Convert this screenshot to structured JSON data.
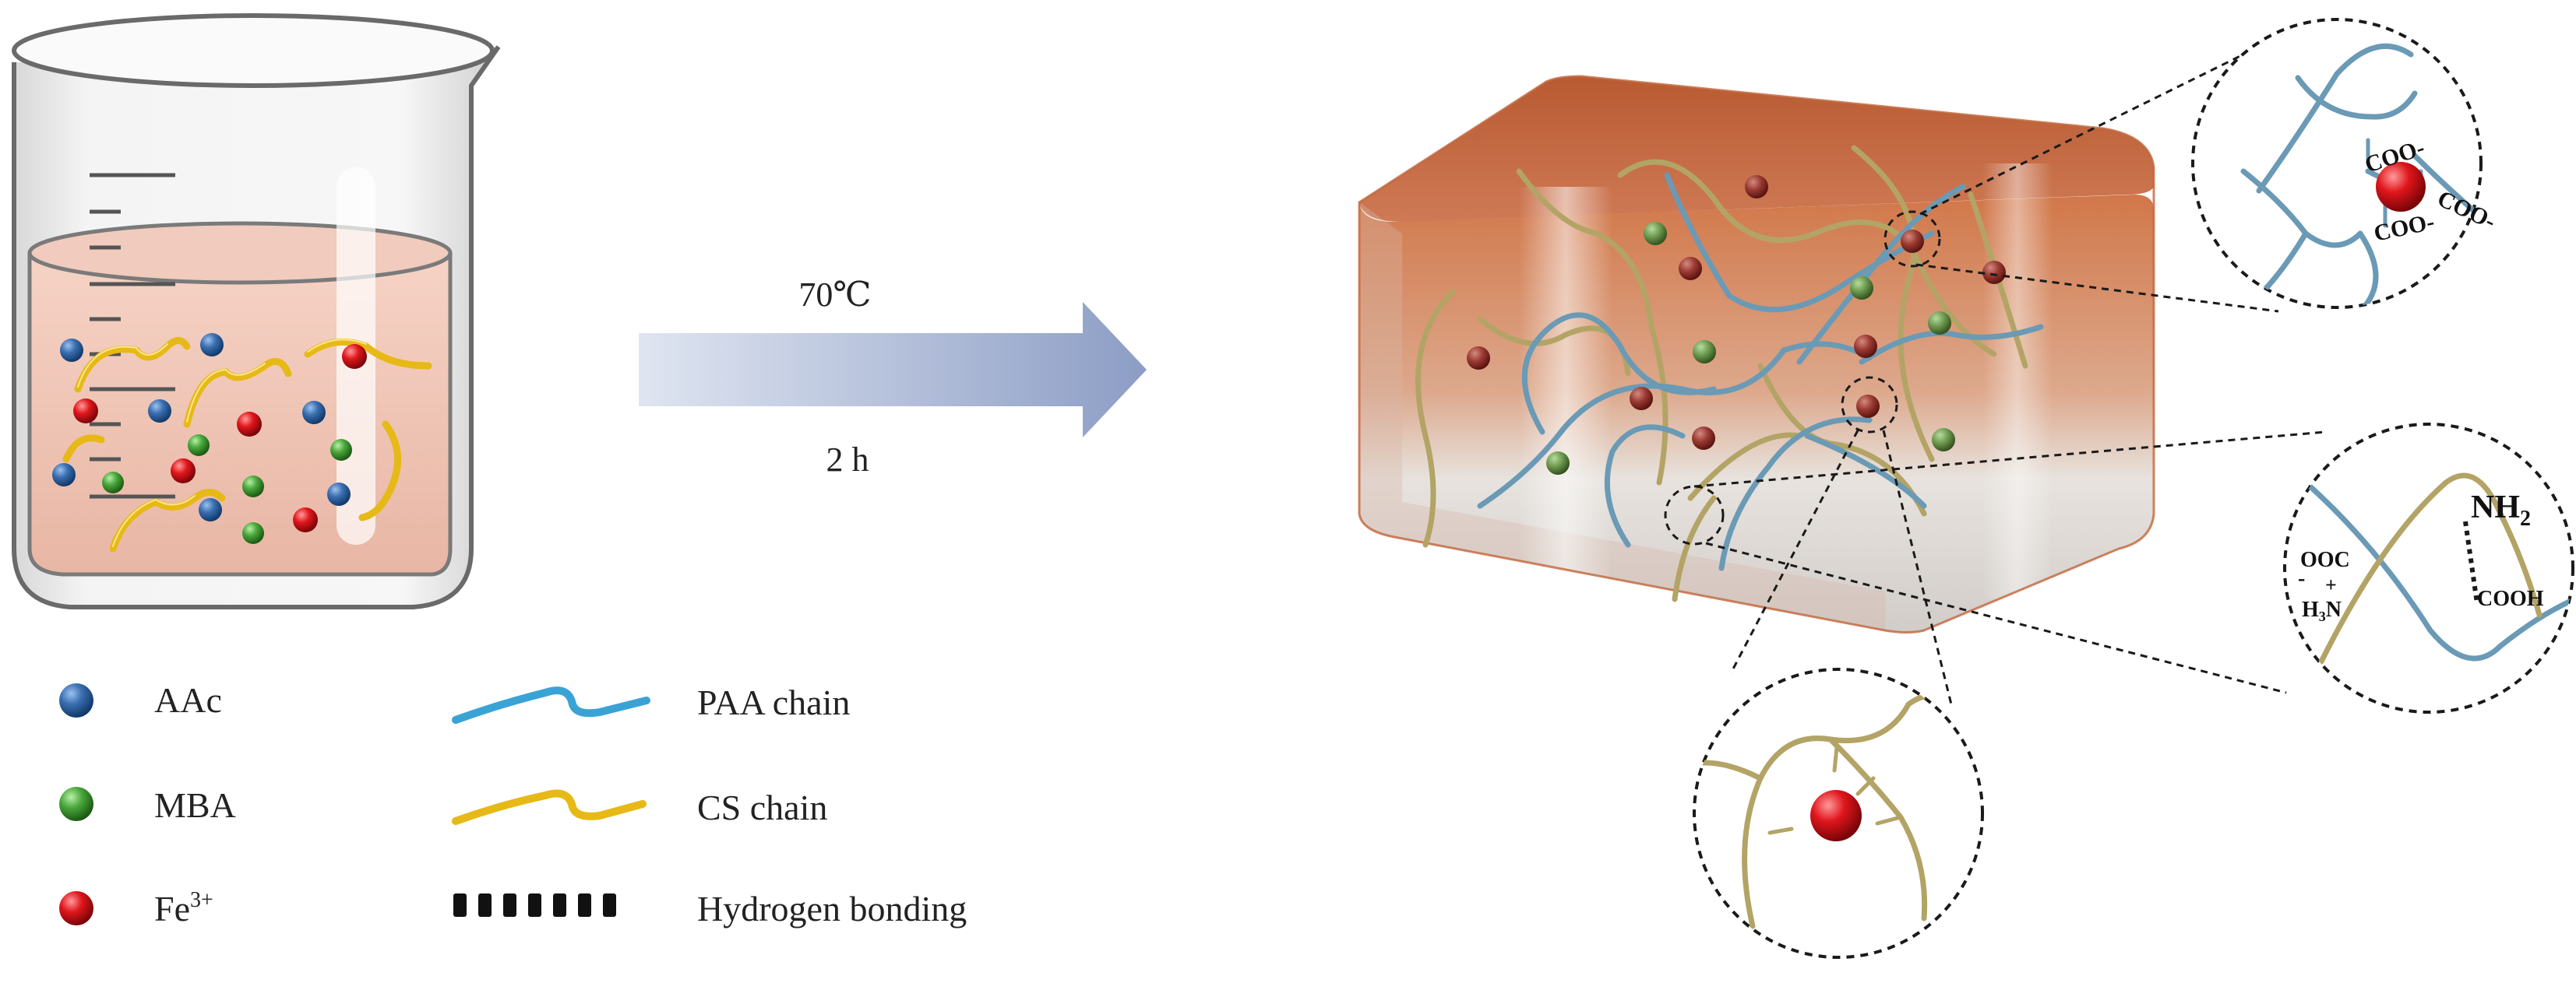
{
  "arrow": {
    "temperature": "70℃",
    "time": "2 h"
  },
  "legend": {
    "aac": "AAc",
    "mba": "MBA",
    "fe_base": "Fe",
    "fe_charge": "3+",
    "paa_chain": "PAA chain",
    "cs_chain": "CS chain",
    "hydrogen_bonding": "Hydrogen bonding"
  },
  "zoom_coordination": {
    "coo_1": "COO",
    "coo_2": "COO",
    "coo_3": "COO",
    "minus": "-"
  },
  "zoom_hbond": {
    "nh2": "NH",
    "nh2_sub": "2",
    "ooc": "OOC",
    "minus": "-",
    "plus": "+",
    "h3n_h": "H",
    "h3n_sub": "3",
    "h3n_n": "N",
    "cooh": "COOH"
  },
  "colors": {
    "aac": "#3a6fb0",
    "mba": "#4aa83c",
    "fe": "#e0161c",
    "paa": "#6fa3c4",
    "cs": "#e6c020",
    "gel_orange": "#c8663a",
    "arrow": "#a6b4d2"
  }
}
